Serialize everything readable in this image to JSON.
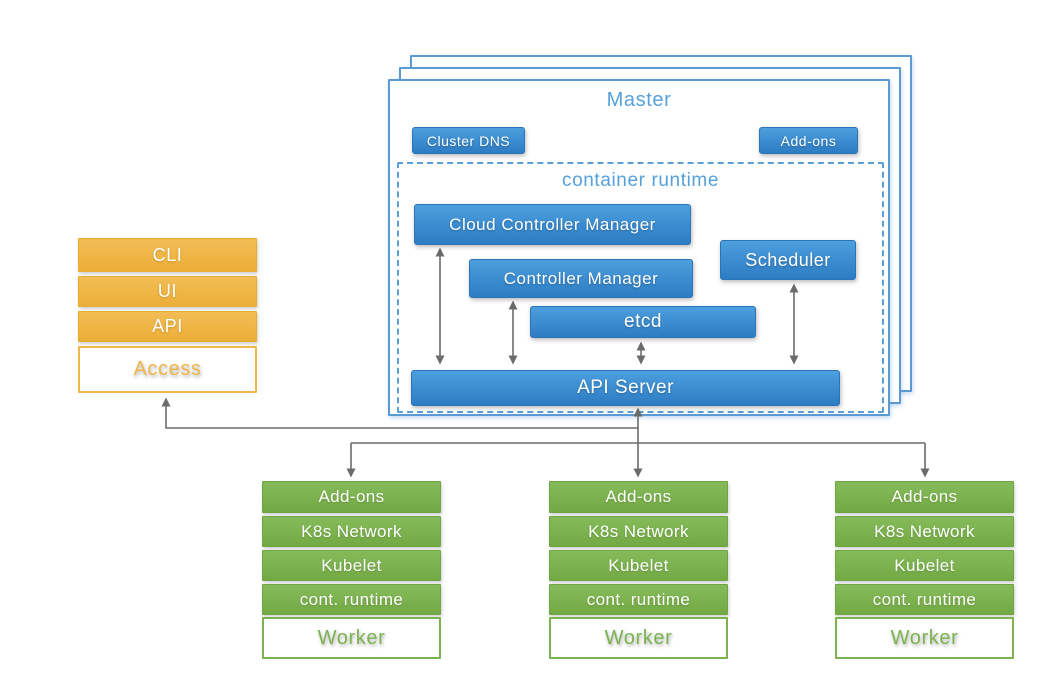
{
  "master": {
    "title": "Master",
    "cluster_dns_label": "Cluster DNS",
    "addons_label": "Add-ons",
    "runtime": {
      "title": "container runtime",
      "components": {
        "cloud_controller_manager": "Cloud Controller Manager",
        "controller_manager": "Controller Manager",
        "scheduler": "Scheduler",
        "etcd": "etcd",
        "api_server": "API Server"
      }
    }
  },
  "access": {
    "items": [
      "CLI",
      "UI",
      "API"
    ],
    "label": "Access"
  },
  "workers": [
    {
      "rows": [
        "Add-ons",
        "K8s Network",
        "Kubelet",
        "cont. runtime"
      ],
      "label": "Worker"
    },
    {
      "rows": [
        "Add-ons",
        "K8s Network",
        "Kubelet",
        "cont. runtime"
      ],
      "label": "Worker"
    },
    {
      "rows": [
        "Add-ons",
        "K8s Network",
        "Kubelet",
        "cont. runtime"
      ],
      "label": "Worker"
    }
  ],
  "colors": {
    "blue_fill": "#3a8ccd",
    "blue_border": "#5b9bd5",
    "light_blue_text": "#56a0db",
    "orange": "#efb549",
    "green": "#7cb350",
    "connector_gray": "#6b6b6b"
  }
}
